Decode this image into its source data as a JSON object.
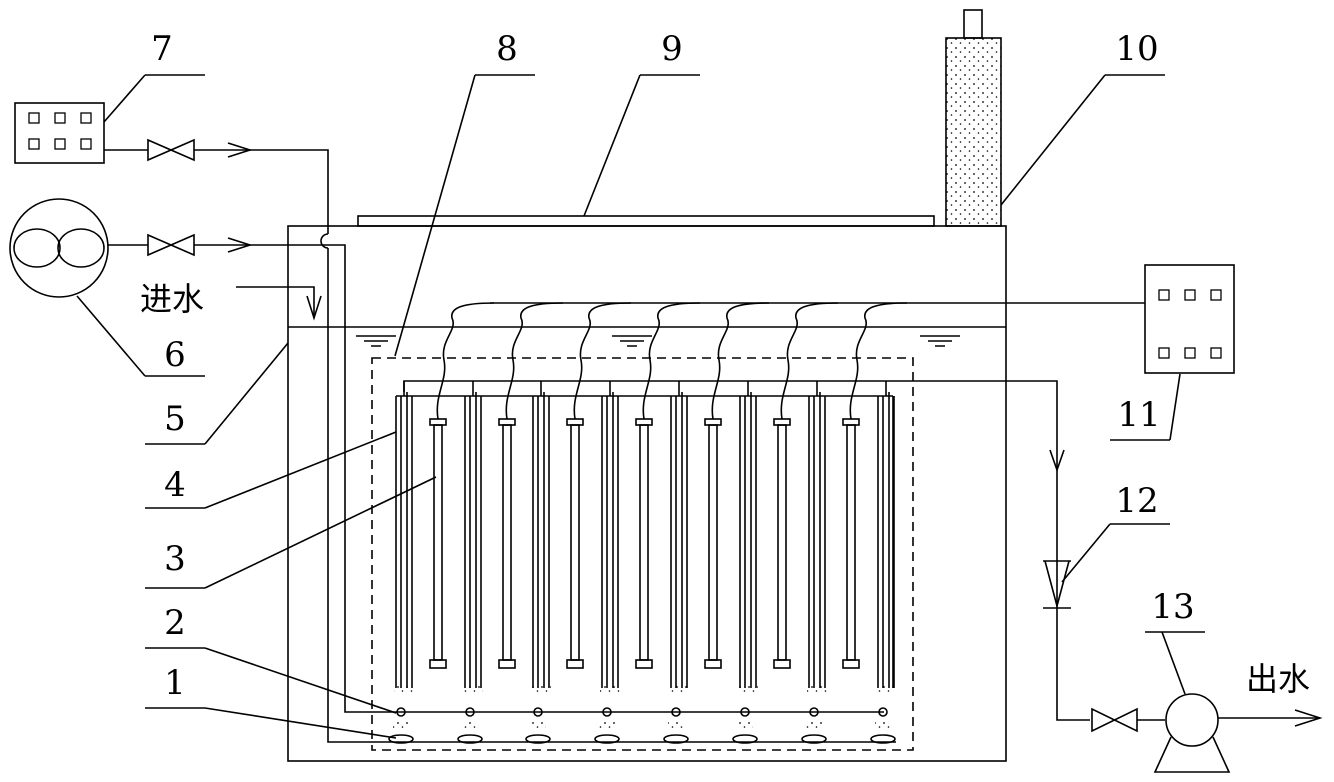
{
  "labels": {
    "n1": "1",
    "n2": "2",
    "n3": "3",
    "n4": "4",
    "n5": "5",
    "n6": "6",
    "n7": "7",
    "n8": "8",
    "n9": "9",
    "n10": "10",
    "n11": "11",
    "n12": "12",
    "n13": "13"
  },
  "text": {
    "inlet": "进水",
    "outlet": "出水"
  },
  "colors": {
    "line": "#000000",
    "background": "#ffffff"
  }
}
